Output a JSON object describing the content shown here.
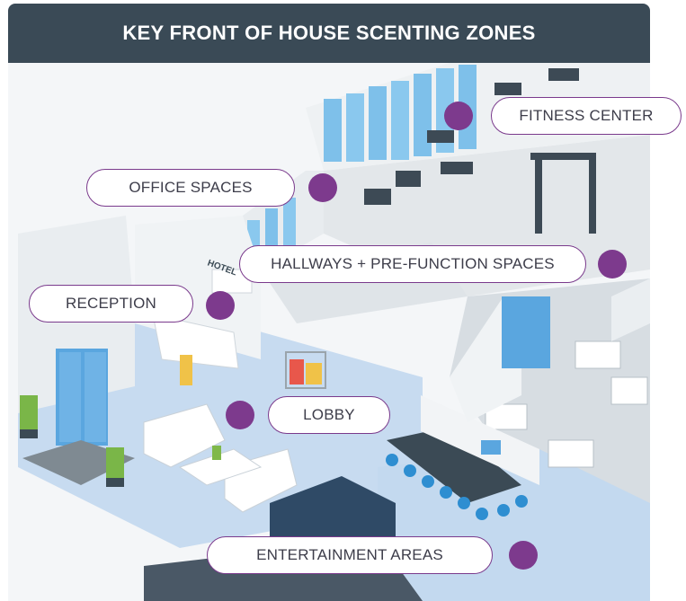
{
  "title": "KEY FRONT OF HOUSE SCENTING ZONES",
  "colors": {
    "banner": "#3a4a56",
    "accent": "#7d3a8d",
    "floor": "#c7dbf0",
    "wall": "#eef1f3",
    "glass": "#6fb3e6"
  },
  "zones": [
    {
      "id": "fitness",
      "label": "FITNESS CENTER"
    },
    {
      "id": "office",
      "label": "OFFICE SPACES"
    },
    {
      "id": "hallways",
      "label": "HALLWAYS + PRE-FUNCTION SPACES"
    },
    {
      "id": "reception",
      "label": "RECEPTION"
    },
    {
      "id": "lobby",
      "label": "LOBBY"
    },
    {
      "id": "entertainment",
      "label": "ENTERTAINMENT AREAS"
    }
  ],
  "hotel_sign": "HOTEL"
}
